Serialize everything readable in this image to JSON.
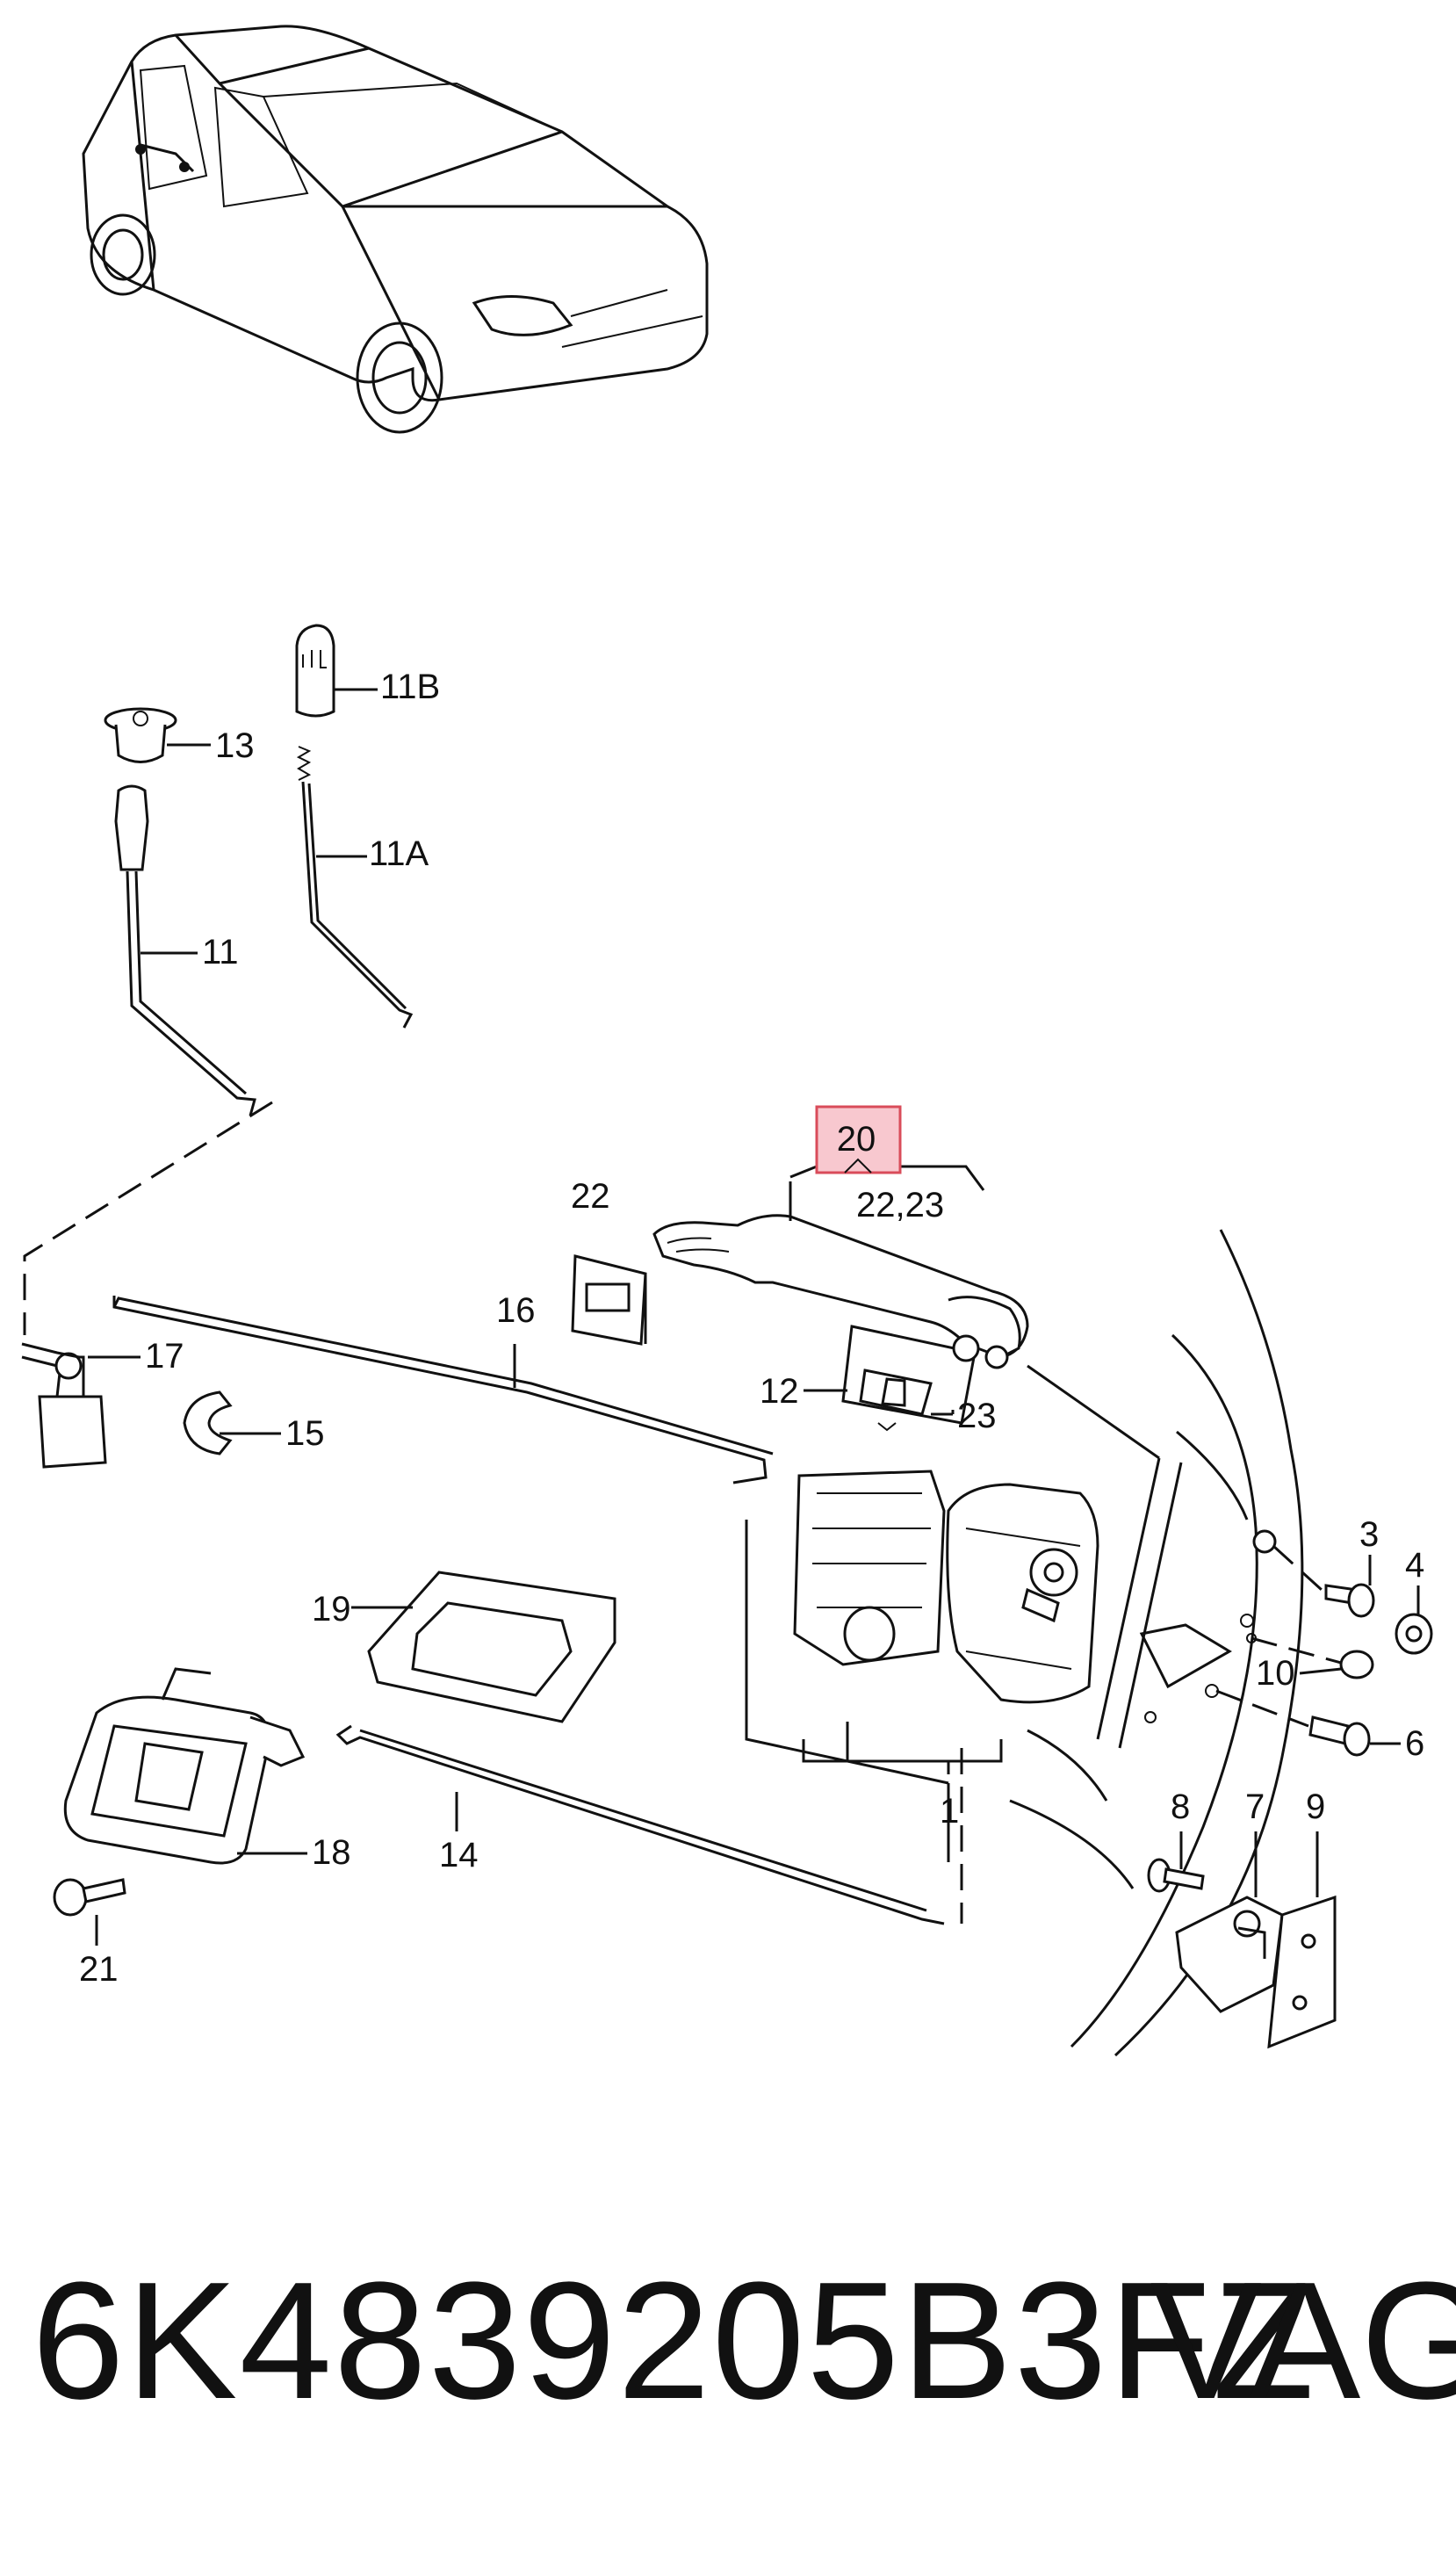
{
  "labels": {
    "l1": "1",
    "l3": "3",
    "l4": "4",
    "l6": "6",
    "l7": "7",
    "l8": "8",
    "l9": "9",
    "l10": "10",
    "l11": "11",
    "l11a": "11A",
    "l11b": "11B",
    "l12": "12",
    "l13": "13",
    "l14": "14",
    "l15": "15",
    "l16": "16",
    "l17": "17",
    "l18": "18",
    "l19": "19",
    "l20": "20",
    "l21": "21",
    "l22": "22",
    "l2223": "22,23",
    "l23": "23"
  },
  "footer": {
    "part_number": "6K4839205B3FZ",
    "brand": "VAG"
  },
  "colors": {
    "highlight_stroke": "#d94c5a",
    "highlight_fill": "#f8c8cf",
    "ink": "#111111"
  }
}
